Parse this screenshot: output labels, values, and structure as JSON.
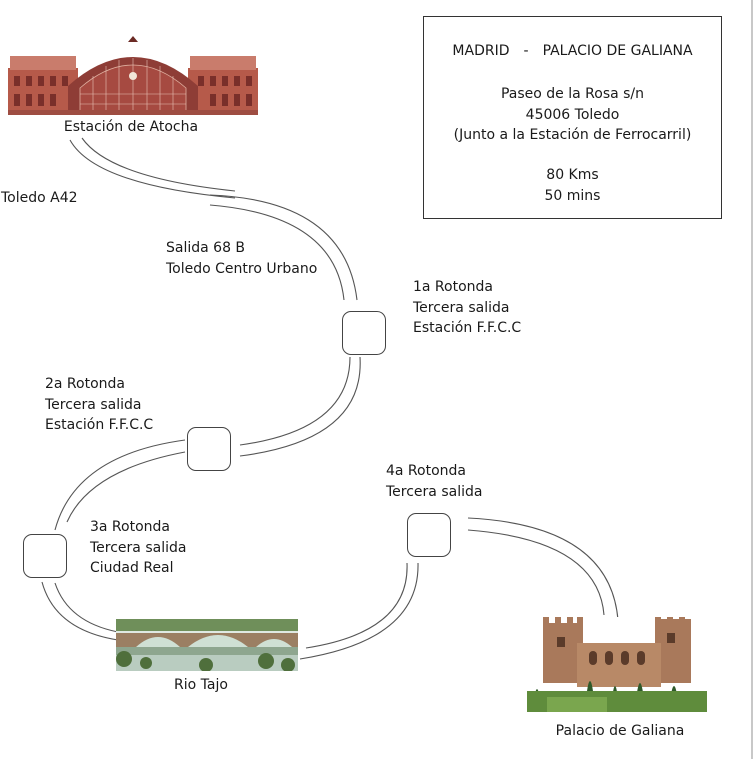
{
  "info_box": {
    "title_left": "MADRID",
    "title_sep": "-",
    "title_right": "PALACIO DE GALIANA",
    "address_line1": "Paseo de la Rosa s/n",
    "address_line2": "45006 Toledo",
    "address_line3": "(Junto a la Estación de Ferrocarril)",
    "distance": "80 Kms",
    "duration": "50 mins"
  },
  "landmarks": {
    "start": "Estación de Atocha",
    "river": "Rio Tajo",
    "destination": "Palacio de Galiana"
  },
  "route": {
    "highway": "Toledo A42",
    "exit_line1": "Salida 68 B",
    "exit_line2": "Toledo Centro Urbano",
    "r1_line1": "1a Rotonda",
    "r1_line2": "Tercera salida",
    "r1_line3": "Estación F.F.C.C",
    "r2_line1": "2a Rotonda",
    "r2_line2": "Tercera salida",
    "r2_line3": "Estación F.F.C.C",
    "r3_line1": "3a Rotonda",
    "r3_line2": "Tercera salida",
    "r3_line3": "Ciudad Real",
    "r4_line1": "4a Rotonda",
    "r4_line2": "Tercera salida"
  }
}
